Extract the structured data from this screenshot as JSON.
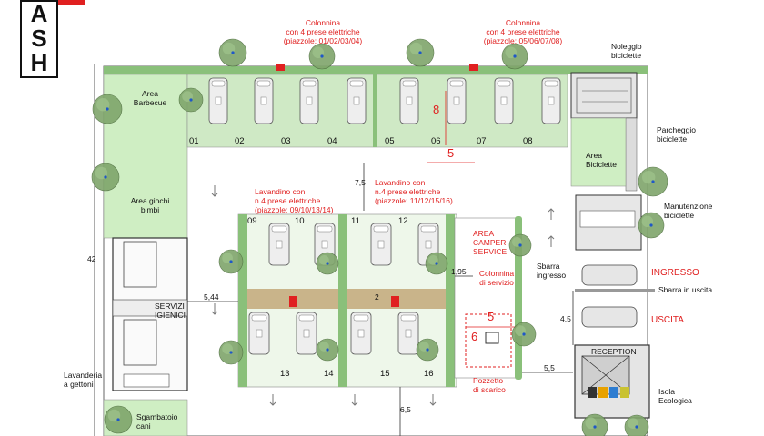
{
  "logo": {
    "letters": [
      "A",
      "S",
      "H"
    ]
  },
  "colors": {
    "grass": "#cfeec3",
    "hedge": "#8ac07a",
    "tree": "#7fa56b",
    "path": "#c9b48a",
    "red": "#e02020",
    "building": "#d9d9d9"
  },
  "notes": {
    "colonnina_1": [
      "Colonnina",
      "con 4 prese elettriche",
      "(piazzole: 01/02/03/04)"
    ],
    "colonnina_2": [
      "Colonnina",
      "con 4 prese elettriche",
      "(piazzole: 05/06/07/08)"
    ],
    "lavandino_1": [
      "Lavandino con",
      "n.4 prese elettriche",
      "(piazzole: 09/10/13/14)"
    ],
    "lavandino_2": [
      "Lavandino con",
      "n.4 prese elettriche",
      "(piazzole: 11/12/15/16)"
    ],
    "area_camper": [
      "AREA",
      "CAMPER",
      "SERVICE"
    ],
    "colonnina_servizio": [
      "Colonnina",
      "di servizio"
    ],
    "pozzetto": [
      "Pozzetto",
      "di scarico"
    ]
  },
  "areas": {
    "barbecue": [
      "Area",
      "Barbecue"
    ],
    "giochi": [
      "Area giochi",
      "bimbi"
    ],
    "servizi": [
      "SERVIZI",
      "IGIENICI"
    ],
    "lavanderia": [
      "Lavanderia",
      "a gettoni"
    ],
    "sgambatoio": [
      "Sgambatoio",
      "cani"
    ],
    "noleggio": [
      "Noleggio",
      "biciclette"
    ],
    "parcheggio": [
      "Parcheggio",
      "biciclette"
    ],
    "area_biciclette": [
      "Area",
      "Biciclette"
    ],
    "manutenzione": [
      "Manutenzione",
      "biciclette"
    ],
    "sbarra_ingresso": [
      "Sbarra",
      "ingresso"
    ],
    "sbarra_uscita": "Sbarra in uscita",
    "ingresso": "INGRESSO",
    "uscita": "USCITA",
    "reception": "RECEPTION",
    "isola": [
      "Isola",
      "Ecologica"
    ]
  },
  "slots": [
    "01",
    "02",
    "03",
    "04",
    "05",
    "06",
    "07",
    "08",
    "09",
    "10",
    "11",
    "12",
    "13",
    "14",
    "15",
    "16"
  ],
  "dimensions": {
    "d8": "8",
    "d5_top": "5",
    "d7_5": "7,5",
    "d42": "42",
    "d5_44": "5,44",
    "d2": "2",
    "d1_95": "1,95",
    "d5_svc": "5",
    "d6": "6",
    "d4_5": "4,5",
    "d5_5": "5,5",
    "d6_5": "6,5"
  }
}
